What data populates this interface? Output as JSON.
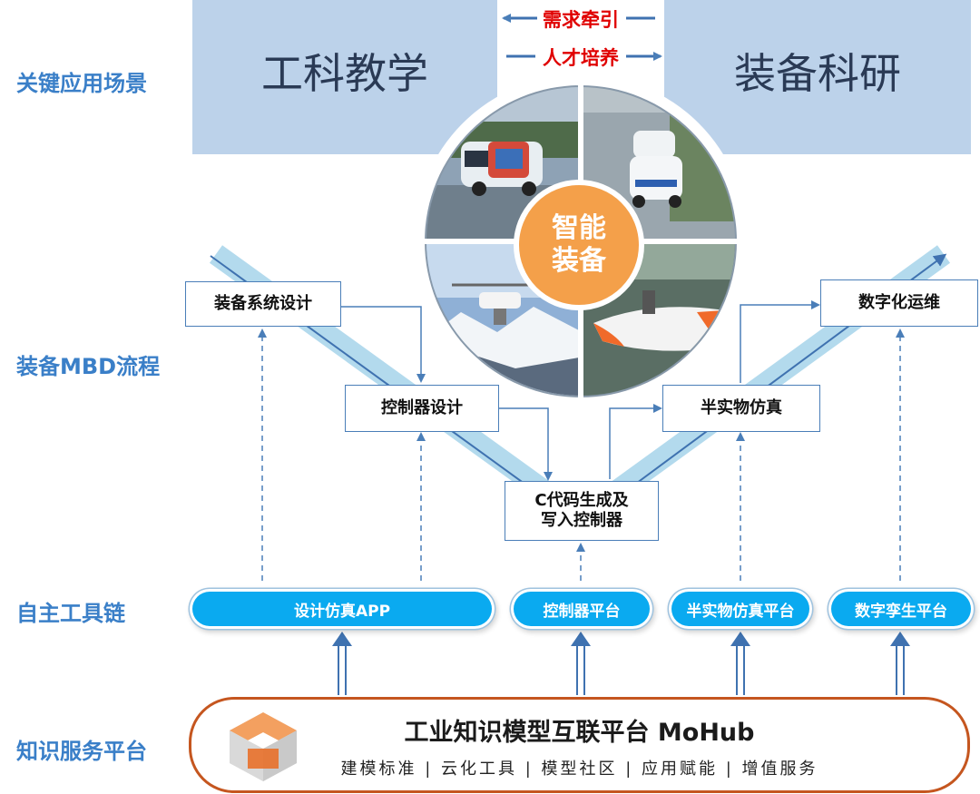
{
  "rows": {
    "scenarios": "关键应用场景",
    "mbd_flow": "装备MBD流程",
    "toolchain": "自主工具链",
    "platform": "知识服务平台"
  },
  "scenes": {
    "left": "工科教学",
    "right": "装备科研",
    "arrow_top": "需求牵引",
    "arrow_bottom": "人才培养"
  },
  "center": {
    "line1": "智能",
    "line2": "装备"
  },
  "flow": {
    "system_design": "装备系统设计",
    "controller_design": "控制器设计",
    "codegen_line1": "C代码生成及",
    "codegen_line2": "写入控制器",
    "hil": "半实物仿真",
    "digital_ops": "数字化运维"
  },
  "tools": {
    "design_app": "设计仿真APP",
    "controller_platform": "控制器平台",
    "hil_platform": "半实物仿真平台",
    "twin_platform": "数字孪生平台"
  },
  "mohub": {
    "title": "工业知识模型互联平台 MoHub",
    "subtitle": "建模标准 | 云化工具 | 模型社区 | 应用赋能 | 增值服务"
  },
  "colors": {
    "row_label": "#3a7fc8",
    "scene_bg": "#bcd2ea",
    "highlight_red": "#e00000",
    "tool_blue": "#0aaaf0",
    "center_orange": "#f4a04a",
    "platform_border": "#c5561f",
    "v_band": "#a6d4ea"
  }
}
